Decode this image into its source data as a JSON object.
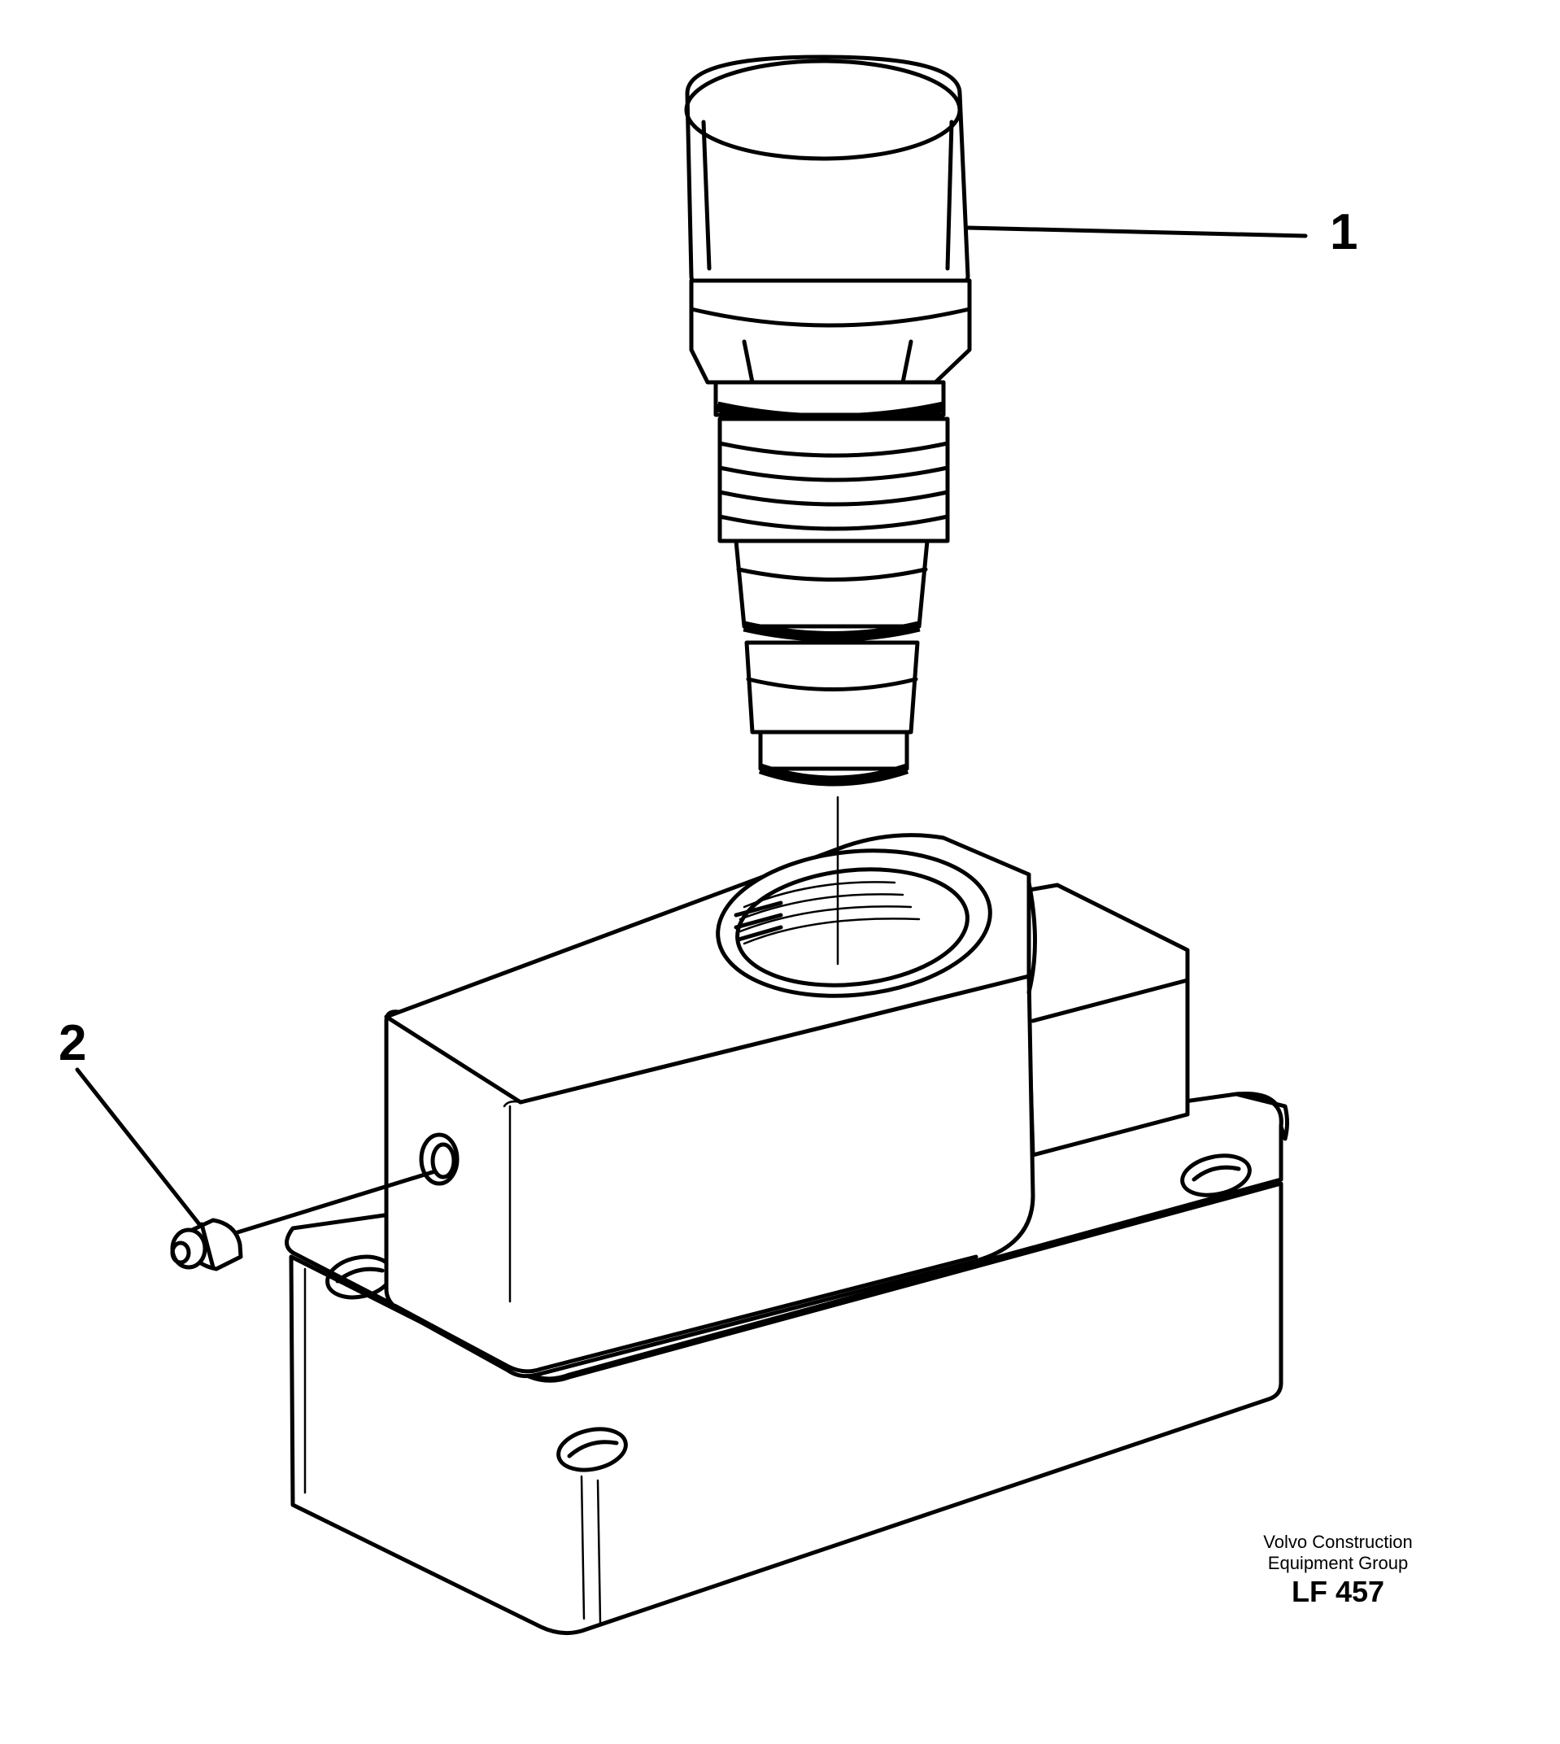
{
  "callouts": {
    "item1": "1",
    "item2": "2"
  },
  "credit": {
    "line1": "Volvo Construction",
    "line2": "Equipment Group",
    "figure_code": "LF 457"
  },
  "colors": {
    "ink": "#000000",
    "paper": "#ffffff"
  }
}
